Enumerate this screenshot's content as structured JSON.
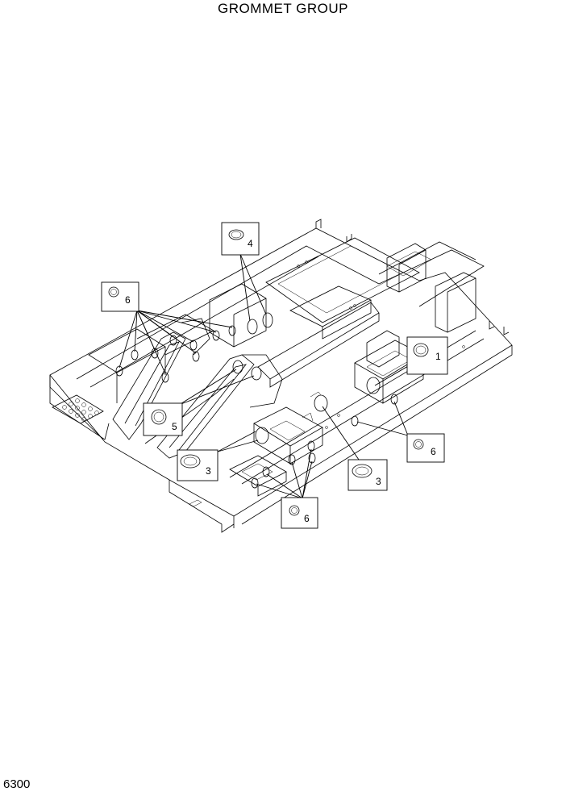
{
  "header": {
    "title": "GROMMET GROUP"
  },
  "footer": {
    "page_number": "6300"
  },
  "callouts": [
    {
      "id": "callout-1",
      "label": "1"
    },
    {
      "id": "callout-3-right",
      "label": "3"
    },
    {
      "id": "callout-3-left",
      "label": "3"
    },
    {
      "id": "callout-4",
      "label": "4"
    },
    {
      "id": "callout-5",
      "label": "5"
    },
    {
      "id": "callout-6-top-left",
      "label": "6"
    },
    {
      "id": "callout-6-right",
      "label": "6"
    },
    {
      "id": "callout-6-bottom",
      "label": "6"
    }
  ],
  "colors": {
    "line": "#000000",
    "background": "#ffffff"
  }
}
